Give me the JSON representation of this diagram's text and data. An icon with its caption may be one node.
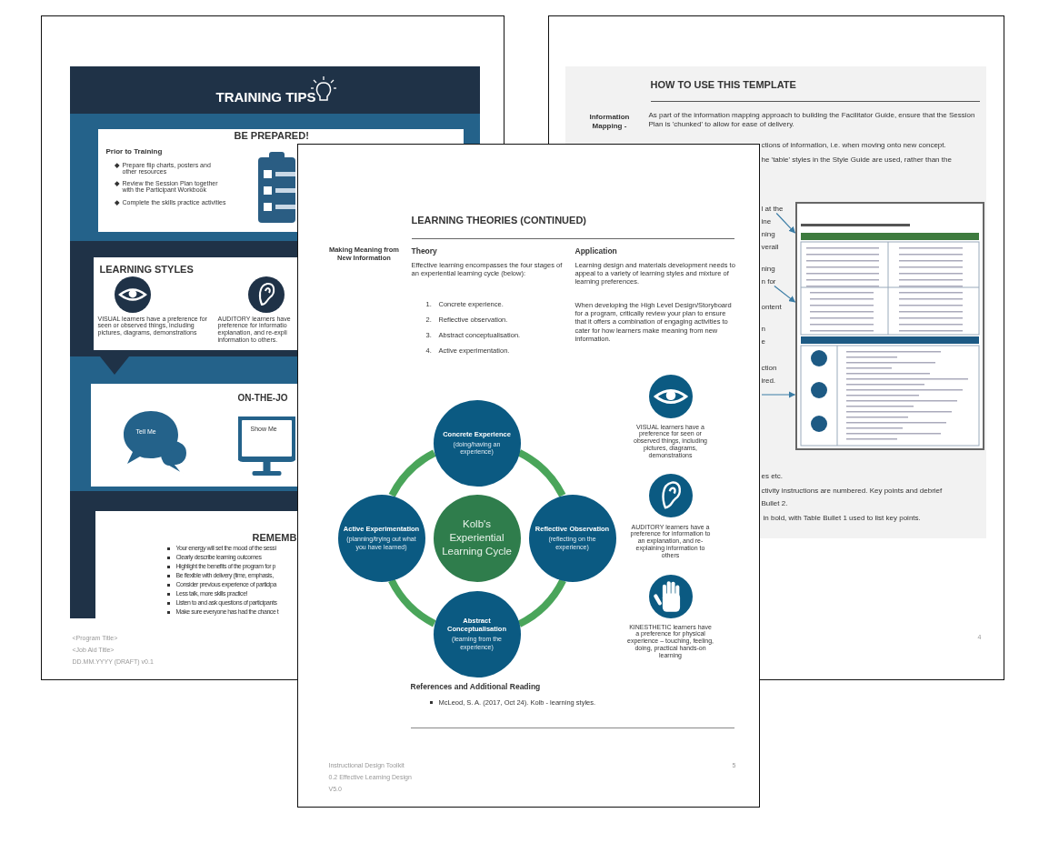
{
  "diagram": {
    "nodes": [
      {
        "text": [
          "Tell Me"
        ]
      },
      {
        "text": [
          "Show Me"
        ]
      },
      {
        "text": [],
        "shape": "picture"
      },
      {
        "text": [
          "Kolb's Experiential Learning Cycle"
        ]
      },
      {
        "text": [
          "Concrete Experience",
          "(doing/having an experience)"
        ]
      },
      {
        "text": [
          "Reflective Observation",
          "(reflecting on the experience)"
        ]
      },
      {
        "text": [
          "Abstract Conceptualisation",
          "(learning from the experience)"
        ]
      },
      {
        "text": [
          "Active Experimentation",
          "(planning/trying out what you have learned)"
        ]
      },
      {
        "text": [
          "l at the"
        ]
      },
      {
        "text": [
          "n for"
        ]
      }
    ],
    "edges": [
      {
        "from": 4,
        "to": 5,
        "arrow": "none"
      },
      {
        "from": 5,
        "to": 6,
        "arrow": "none"
      },
      {
        "from": 6,
        "to": 7,
        "arrow": "none"
      },
      {
        "from": 7,
        "to": 4,
        "arrow": "none"
      },
      {
        "from": 8,
        "to": 2,
        "arrow": "to"
      },
      {
        "from": 9,
        "to": 2,
        "arrow": "to"
      },
      {
        "from": null,
        "to": 2,
        "arrow": "to"
      }
    ],
    "labels": [
      "TRAINING TIPS",
      "BE PREPARED!",
      "Prior to Training",
      "Prepare flip charts, posters and other resources",
      "Review the Session Plan together with the Participant Workbook",
      "Complete the skills practice activities",
      "LEARNING STYLES",
      "VISUAL learners have a preference for seen or observed things, including pictures, diagrams, demonstrations",
      "AUDITORY learners have preference for informatio explanation, and re-expli information to others.",
      "ON-THE-JO",
      "REMEMB",
      "Your energy will set the mood of the sessi",
      "Clearly describe learning outcomes",
      "Highlight the benefits of the program for p",
      "Be flexible with delivery (time, emphasis,",
      "Consider previous experience of participa",
      "Less talk, more skills practice!",
      "Listen to and ask questions of participants",
      "Make sure everyone has had the chance t",
      "<Program Title>",
      "<Job Aid Title>",
      "DD.MM.YYYY (DRAFT) v0.1",
      "HOW TO USE THIS TEMPLATE",
      "Information Mapping -",
      "As part of the information mapping approach to building the Facilitator Guide, ensure that the Session Plan is 'chunked' to allow for ease of delivery.",
      "ctions of information, i.e. when moving onto new concept.",
      "he 'table' styles in the Style Guide are used, rather than the",
      "ine",
      "ning",
      "verall",
      "ning",
      "ontent",
      "n",
      "e",
      "ction",
      "ired.",
      "es etc.",
      "ctivity instructions are numbered. Key points and debrief",
      "Bullet 2.",
      "in bold, with Table Bullet 1 used to list key points.",
      "4",
      "LEARNING THEORIES (CONTINUED)",
      "Making Meaning from New Information",
      "Theory",
      "Effective learning encompasses the four stages of an experiential learning cycle (below):",
      "1.",
      "Concrete experience.",
      "2.",
      "Reflective observation.",
      "3.",
      "Abstract conceptualisation.",
      "4.",
      "Active experimentation.",
      "Application",
      "Learning design and materials development needs to appeal to a variety of learning styles and mixture of learning preferences.",
      "When developing the High Level Design/Storyboard for a program, critically review your plan to ensure that it offers a combination of engaging activities to cater for how learners make meaning from new information.",
      "VISUAL learners have a preference for seen or observed things, including pictures, diagrams, demonstrations",
      "AUDITORY learners have a preference for information to an explanation, and re-explaining information to others",
      "KINESTHETIC learners have a preference for physical experience – touching, feeling, doing, practical hands-on learning",
      "References and Additional Reading",
      "McLeod, S. A. (2017, Oct 24). Kolb - learning styles.",
      "Instructional Design Toolkit",
      "0.2 Effective Learning Design",
      "V5.0",
      "5"
    ]
  }
}
